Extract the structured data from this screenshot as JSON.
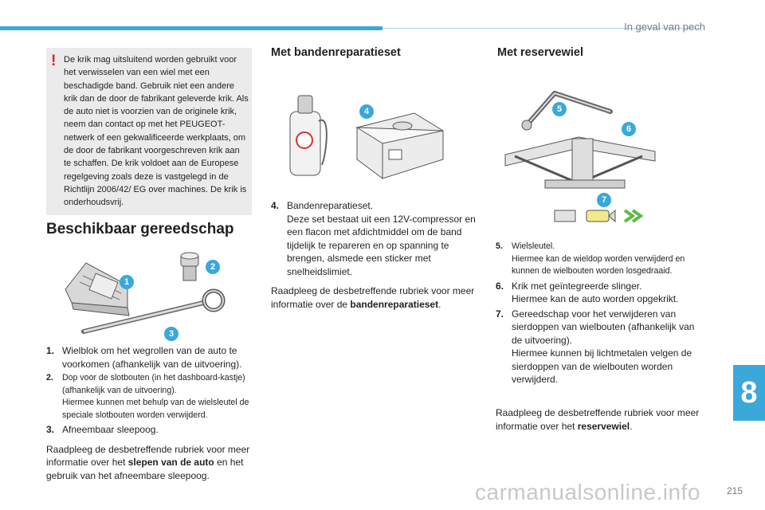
{
  "header": {
    "section_title": "In geval van pech"
  },
  "chapter": "8",
  "page_number": "215",
  "watermark": "carmanualsonline.info",
  "warning": {
    "icon": "!",
    "text": "De krik mag uitsluitend worden gebruikt voor het verwisselen van een wiel met een beschadigde band. Gebruik niet een andere krik dan de door de fabrikant geleverde krik. Als de auto niet is voorzien van de originele krik, neem dan contact op met het PEUGEOT-netwerk of een gekwalificeerde werkplaats, om de door de fabrikant voorgeschreven krik aan te schaffen. De krik voldoet aan de Europese regelgeving zoals deze is vastgelegd in de Richtlijn 2006/42/ EG over machines. De krik is onderhoudsvrij."
  },
  "left": {
    "title": "Beschikbaar gereedschap",
    "items": [
      {
        "num": "1.",
        "text": "Wielblok om het wegrollen van de auto te voorkomen (afhankelijk van de uitvoering)."
      },
      {
        "num": "2.",
        "text": "Dop voor de slotbouten (in het dashboard-kastje) (afhankelijk van de uitvoering).",
        "sub": "Hiermee kunnen met behulp van de wielsleutel de speciale slotbouten worden verwijderd."
      },
      {
        "num": "3.",
        "text": "Afneembaar sleepoog."
      }
    ],
    "para_pre": "Raadpleeg de desbetreffende rubriek voor meer informatie over het ",
    "para_bold": "slepen van de auto",
    "para_post": " en het gebruik van het afneembare sleepoog.",
    "badges": [
      "1",
      "2",
      "3"
    ]
  },
  "middle": {
    "title": "Met bandenreparatieset",
    "items": [
      {
        "num": "4.",
        "text": "Bandenreparatieset.",
        "sub": "Deze set bestaat uit een 12V-compressor en een flacon met afdichtmiddel om de band tijdelijk te repareren en op spanning te brengen, alsmede een sticker met snelheidslimiet."
      }
    ],
    "para_pre": "Raadpleeg de desbetreffende rubriek voor meer informatie over de ",
    "para_bold": "bandenreparatieset",
    "para_post": ".",
    "badges": [
      "4"
    ]
  },
  "right": {
    "title": "Met reservewiel",
    "items": [
      {
        "num": "5.",
        "text": "Wielsleutel.",
        "sub": "Hiermee kan de wieldop worden verwijderd en kunnen de wielbouten worden losgedraaid."
      },
      {
        "num": "6.",
        "text": "Krik met geïntegreerde slinger.",
        "sub": "Hiermee kan de auto worden opgekrikt."
      },
      {
        "num": "7.",
        "text": "Gereedschap voor het verwijderen van sierdoppen van wielbouten (afhankelijk van de uitvoering).",
        "sub": "Hiermee kunnen bij lichtmetalen velgen de sierdoppen van de wielbouten worden verwijderd."
      }
    ],
    "para_pre": "Raadpleeg de desbetreffende rubriek voor meer informatie over het ",
    "para_bold": "reservewiel",
    "para_post": ".",
    "badges": [
      "5",
      "6",
      "7"
    ]
  }
}
